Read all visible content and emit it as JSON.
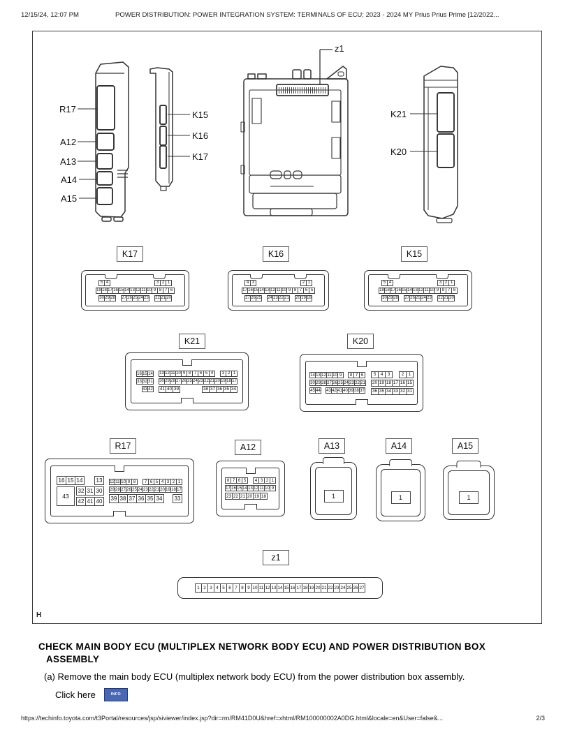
{
  "header": {
    "date": "12/15/24, 12:07 PM",
    "title": "POWER DISTRIBUTION: POWER INTEGRATION SYSTEM: TERMINALS OF ECU; 2023 - 2024 MY Prius Prius Prime [12/2022..."
  },
  "figure": {
    "corner_label": "H",
    "overview": {
      "r17": "R17",
      "a12": "A12",
      "a13": "A13",
      "a14": "A14",
      "a15": "A15",
      "k15": "K15",
      "k16": "K16",
      "k17": "K17",
      "z1": "z1",
      "k21": "K21",
      "k20": "K20"
    },
    "connectors": {
      "K17": {
        "label": "K17",
        "blocks": [
          {
            "size": "xs",
            "rows": [
              {
                "groups": [
                  [
                    "5",
                    "4"
                  ],
                  [
                    "3",
                    "2",
                    "1"
                  ]
                ],
                "spread": true,
                "inset": true
              },
              {
                "groups": [
                  [
                    "19",
                    "18",
                    "17",
                    "16",
                    "15",
                    "14",
                    "13",
                    "12",
                    "11",
                    "10",
                    "9",
                    "8",
                    "7",
                    "6"
                  ]
                ]
              },
              {
                "groups": [
                  [
                    "30",
                    "29",
                    "28"
                  ],
                  [
                    "27",
                    "26",
                    "25",
                    "24",
                    "23"
                  ],
                  [
                    "22",
                    "21",
                    "20"
                  ]
                ],
                "spread": true,
                "inset": true
              }
            ]
          }
        ]
      },
      "K16": {
        "label": "K16",
        "blocks": [
          {
            "size": "xs",
            "rows": [
              {
                "groups": [
                  [
                    "4",
                    "3"
                  ],
                  [
                    "2",
                    "1"
                  ]
                ],
                "spread": true,
                "inset": true
              },
              {
                "groups": [
                  [
                    "17",
                    "16",
                    "15",
                    "14",
                    "13",
                    "12",
                    "11",
                    "10",
                    "9",
                    "8",
                    "7",
                    "6",
                    "5"
                  ]
                ]
              },
              {
                "groups": [
                  [
                    "27",
                    "26",
                    "25"
                  ],
                  [
                    "24",
                    "23",
                    "22",
                    "21"
                  ],
                  [
                    "20",
                    "19",
                    "18"
                  ]
                ],
                "spread": true,
                "inset": true
              }
            ]
          }
        ]
      },
      "K15": {
        "label": "K15",
        "blocks": [
          {
            "size": "xs",
            "rows": [
              {
                "groups": [
                  [
                    "5",
                    "4"
                  ],
                  [
                    "3",
                    "2",
                    "1"
                  ]
                ],
                "spread": true,
                "inset": true
              },
              {
                "groups": [
                  [
                    "19",
                    "18",
                    "17",
                    "16",
                    "15",
                    "14",
                    "13",
                    "12",
                    "11",
                    "10",
                    "9",
                    "8",
                    "7",
                    "6"
                  ]
                ]
              },
              {
                "groups": [
                  [
                    "30",
                    "29",
                    "28"
                  ],
                  [
                    "27",
                    "26",
                    "25",
                    "24",
                    "23"
                  ],
                  [
                    "22",
                    "21",
                    "20"
                  ]
                ],
                "spread": true,
                "inset": true
              }
            ]
          }
        ]
      },
      "K21": {
        "label": "K21",
        "blocks": [
          {
            "size": "xs",
            "rows": [
              {
                "groups": [
                  [
                    "16",
                    "15",
                    "14"
                  ]
                ]
              },
              {
                "groups": [
                  [
                    "33",
                    "32",
                    "31"
                  ]
                ]
              },
              {
                "groups": [
                  [
                    "43",
                    "42"
                  ]
                ],
                "align": "right"
              }
            ]
          },
          {
            "size": "xs",
            "rows": [
              {
                "groups": [
                  [
                    "13",
                    "12",
                    "11",
                    "10",
                    "9",
                    "8",
                    "7",
                    "6",
                    "5",
                    "4"
                  ],
                  [
                    "3",
                    "2",
                    "1"
                  ]
                ],
                "spread": true
              },
              {
                "groups": [
                  [
                    "30",
                    "29",
                    "28",
                    "27",
                    "26",
                    "25",
                    "24",
                    "23",
                    "22",
                    "21",
                    "20",
                    "19",
                    "18",
                    "17"
                  ]
                ]
              },
              {
                "groups": [
                  [
                    "41",
                    "40",
                    "39"
                  ],
                  [
                    "38",
                    "37",
                    "36",
                    "35",
                    "34"
                  ]
                ],
                "spread": true,
                "size": "sm"
              }
            ]
          }
        ]
      },
      "K20": {
        "label": "K20",
        "blocks": [
          {
            "size": "xs",
            "rows": [
              {
                "groups": [
                  [
                    "14",
                    "13",
                    "12",
                    "11",
                    "10",
                    "9"
                  ],
                  [
                    "8",
                    "7",
                    "6"
                  ]
                ]
              },
              {
                "groups": [
                  [
                    "30",
                    "29",
                    "28",
                    "27",
                    "26",
                    "25",
                    "24",
                    "23",
                    "22",
                    "21"
                  ]
                ]
              },
              {
                "groups": [
                  [
                    "45",
                    "44"
                  ],
                  [
                    "43",
                    "42",
                    "41",
                    "40",
                    "39",
                    "38",
                    "37"
                  ]
                ]
              }
            ]
          },
          {
            "size": "sm",
            "rows": [
              {
                "groups": [
                  [
                    "5",
                    "4",
                    "3"
                  ],
                  [
                    "2",
                    "1"
                  ]
                ],
                "spread": true
              },
              {
                "groups": [
                  [
                    "20",
                    "19",
                    "18",
                    "17",
                    "16",
                    "15"
                  ]
                ]
              },
              {
                "groups": [
                  [
                    "36",
                    "35",
                    "34",
                    "33",
                    "32",
                    "31"
                  ]
                ]
              }
            ]
          }
        ]
      },
      "R17": {
        "label": "R17",
        "blocks": [
          {
            "size": "md",
            "bigcell": "43",
            "rows": [
              {
                "groups": [
                  [
                    "16",
                    "15",
                    "14"
                  ],
                  [
                    "13"
                  ]
                ],
                "spread": true
              },
              {
                "groups": [
                  [
                    "32",
                    "31",
                    "30"
                  ]
                ]
              },
              {
                "groups": [
                  [
                    "42",
                    "41",
                    "40"
                  ]
                ]
              }
            ]
          },
          {
            "size": "xs",
            "rows": [
              {
                "groups": [
                  [
                    "12",
                    "11",
                    "10",
                    "9",
                    "8"
                  ],
                  [
                    "7",
                    "6",
                    "5",
                    "4",
                    "3",
                    "2",
                    "1"
                  ]
                ],
                "spread": true
              },
              {
                "groups": [
                  [
                    "29",
                    "28",
                    "27",
                    "26",
                    "25",
                    "24",
                    "23",
                    "22",
                    "21",
                    "20",
                    "19",
                    "18",
                    "17"
                  ]
                ]
              },
              {
                "groups": [
                  [
                    "39",
                    "38",
                    "37",
                    "36",
                    "35",
                    "34"
                  ],
                  [
                    "33"
                  ]
                ],
                "spread": true,
                "size": "md"
              }
            ]
          }
        ]
      },
      "A12": {
        "label": "A12",
        "blocks": [
          {
            "size": "xs",
            "rows": [
              {
                "groups": [
                  [
                    "8",
                    "7",
                    "6",
                    "5"
                  ],
                  [
                    "4",
                    "3",
                    "2",
                    "1"
                  ]
                ],
                "spread": true
              },
              {
                "groups": [
                  [
                    "17",
                    "16",
                    "15",
                    "14",
                    "13",
                    "12",
                    "11",
                    "10",
                    "9"
                  ]
                ]
              },
              {
                "groups": [
                  [
                    "23",
                    "22",
                    "21",
                    "20",
                    "19",
                    "18"
                  ]
                ],
                "size": "sm"
              }
            ]
          }
        ]
      },
      "A13": {
        "label": "A13",
        "blocks": [
          {
            "rows": [
              {
                "groups": [
                  [
                    "1"
                  ]
                ],
                "size": "one"
              }
            ]
          }
        ]
      },
      "A14": {
        "label": "A14",
        "blocks": [
          {
            "rows": [
              {
                "groups": [
                  [
                    "1"
                  ]
                ],
                "size": "one"
              }
            ]
          }
        ]
      },
      "A15": {
        "label": "A15",
        "blocks": [
          {
            "rows": [
              {
                "groups": [
                  [
                    "1"
                  ]
                ],
                "size": "one"
              }
            ]
          }
        ]
      },
      "Z1": {
        "label": "z1",
        "blocks": [
          {
            "rows": [
              {
                "groups": [
                  [
                    "1",
                    "2",
                    "3",
                    "4",
                    "5",
                    "6",
                    "7",
                    "8",
                    "9",
                    "10",
                    "11",
                    "12",
                    "13",
                    "14",
                    "15",
                    "16",
                    "17",
                    "18",
                    "19",
                    "20",
                    "21",
                    "22",
                    "23",
                    "24",
                    "25",
                    "26",
                    "27"
                  ]
                ],
                "size": "z"
              }
            ]
          }
        ]
      }
    }
  },
  "body": {
    "heading": "CHECK MAIN BODY ECU (MULTIPLEX NETWORK BODY ECU) AND POWER DISTRIBUTION BOX ASSEMBLY",
    "step_a": "(a) Remove the main body ECU (multiplex network body ECU) from the power distribution box assembly.",
    "click_here": "Click here",
    "info_label": "INFO",
    "info_color": "#4a67b3"
  },
  "footer": {
    "url": "https://techinfo.toyota.com/t3Portal/resources/jsp/siviewer/index.jsp?dir=rm/RM41D0U&href=xhtml/RM100000002A0DG.html&locale=en&User=false&...",
    "page": "2/3"
  }
}
